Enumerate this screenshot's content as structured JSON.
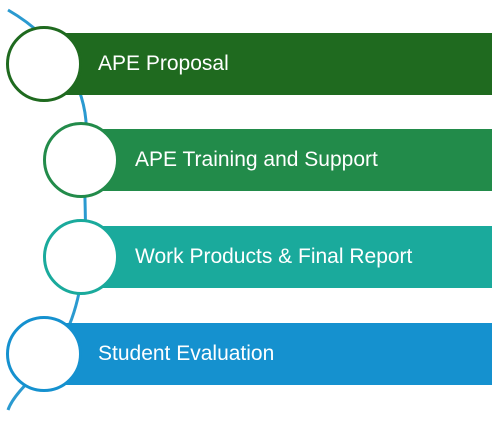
{
  "steps": [
    {
      "label": "APE Proposal",
      "color": "#1f6a1f",
      "ring_color": "#1f6a1f"
    },
    {
      "label": "APE Training and Support",
      "color": "#228b4a",
      "ring_color": "#228b4a"
    },
    {
      "label": "Work Products & Final Report",
      "color": "#1aaa9c",
      "ring_color": "#1aaa9c"
    },
    {
      "label": "Student Evaluation",
      "color": "#1591cf",
      "ring_color": "#1591cf"
    }
  ],
  "spine_color": "#2a9ad0"
}
